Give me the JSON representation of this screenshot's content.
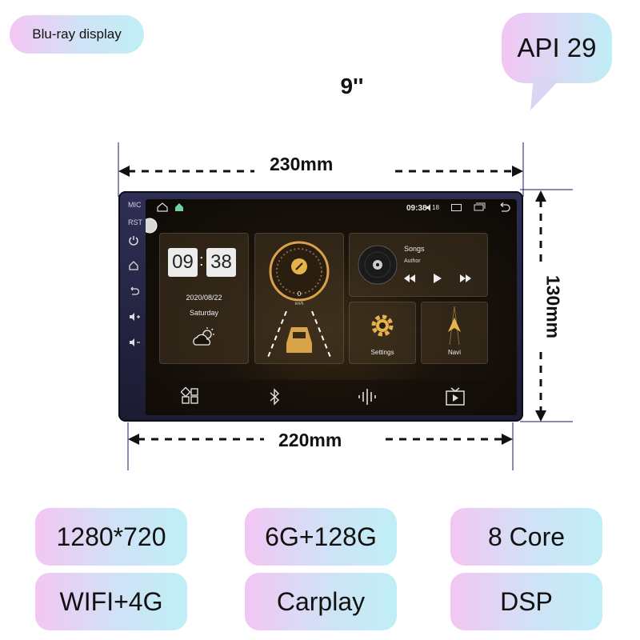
{
  "badges": {
    "bluray": "Blu-ray display",
    "api": "API 29"
  },
  "size_label": "9''",
  "dimensions": {
    "top": "230mm",
    "bottom": "220mm",
    "right": "130mm"
  },
  "side_buttons": [
    "MIC",
    "RST"
  ],
  "screen": {
    "status": {
      "time": "09:38",
      "volume": "18"
    },
    "clock": {
      "hour": "09",
      "minute": "38",
      "colon": ":",
      "date": "2020/08/22",
      "day": "Saturday"
    },
    "speed": {
      "value": "0",
      "unit": "km/h"
    },
    "music": {
      "title": "Songs",
      "author": "Author"
    },
    "settings_label": "Settings",
    "navi_label": "Navi"
  },
  "specs": [
    "1280*720",
    "6G+128G",
    "8 Core",
    "WIFI+4G",
    "Carplay",
    "DSP"
  ],
  "colors": {
    "pill_gradient_start": "#f3c6f3",
    "pill_gradient_end": "#bfeef6",
    "device_frame": "#2f2f55"
  }
}
